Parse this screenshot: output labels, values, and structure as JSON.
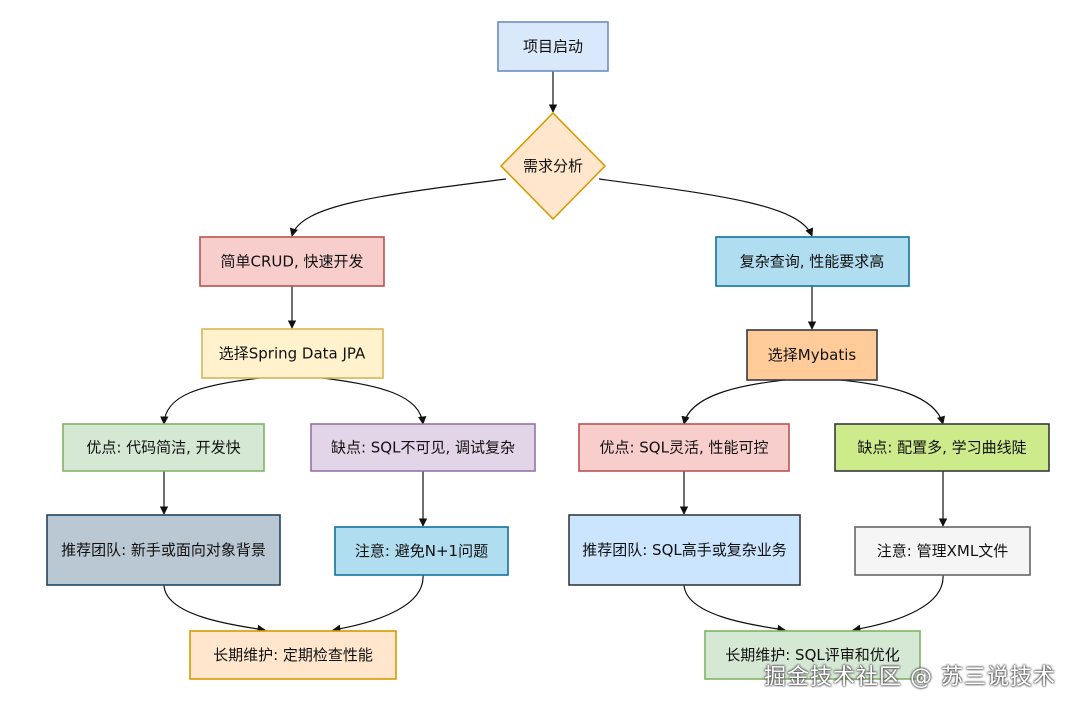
{
  "diagram": {
    "nodes": {
      "start": "项目启动",
      "analysis": "需求分析",
      "simple_crud": "简单CRUD, 快速开发",
      "complex_query": "复杂查询, 性能要求高",
      "choose_jpa": "选择Spring Data JPA",
      "choose_mybatis": "选择Mybatis",
      "jpa_pros": "优点: 代码简洁, 开发快",
      "jpa_cons": "缺点: SQL不可见, 调试复杂",
      "mybatis_pros": "优点: SQL灵活, 性能可控",
      "mybatis_cons": "缺点: 配置多, 学习曲线陡",
      "jpa_team": "推荐团队: 新手或面向对象背景",
      "jpa_note": "注意: 避免N+1问题",
      "mybatis_team": "推荐团队: SQL高手或复杂业务",
      "mybatis_note": "注意: 管理XML文件",
      "jpa_maintain": "长期维护: 定期检查性能",
      "mybatis_maintain": "长期维护: SQL评审和优化"
    }
  },
  "colors": {
    "blue_fill": "#dae8fc",
    "blue_stroke": "#6c8ebf",
    "orange_diamond_fill": "#ffe6cc",
    "orange_diamond_stroke": "#d79b00",
    "red_fill": "#f8cecc",
    "red_stroke": "#b85450",
    "cyan_fill": "#b1ddf0",
    "cyan_stroke": "#10739e",
    "yellow_fill": "#fff2cc",
    "yellow_stroke": "#d6b656",
    "peach_fill": "#ffcc99",
    "peach_stroke": "#36393d",
    "green_fill": "#d5e8d4",
    "green_stroke": "#82b366",
    "purple_fill": "#e1d5e7",
    "purple_stroke": "#9673a6",
    "lime_fill": "#cdeb8b",
    "lime_stroke": "#36393d",
    "slate_fill": "#bac8d3",
    "slate_stroke": "#23445d",
    "gray_fill": "#f5f5f5",
    "gray_stroke": "#666666"
  },
  "watermark": "掘金技术社区 @ 苏三说技术"
}
